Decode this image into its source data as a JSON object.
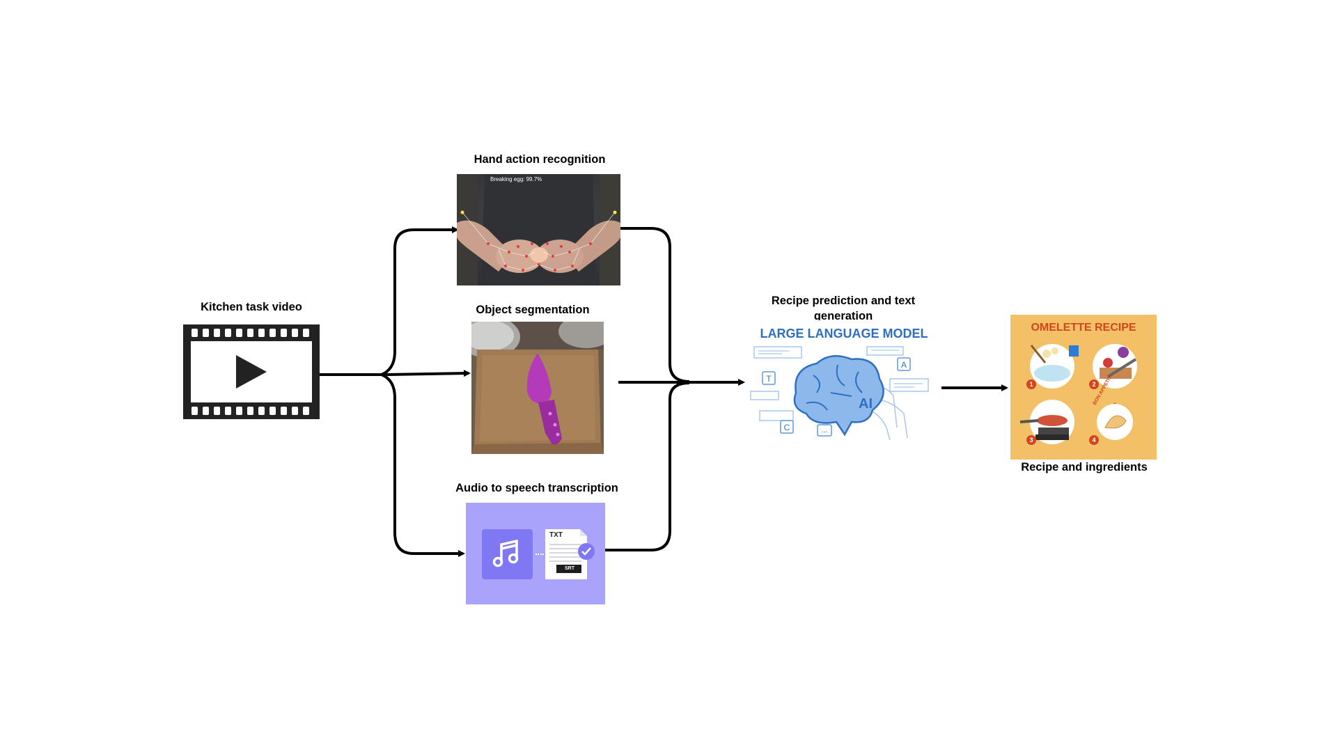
{
  "labels": {
    "input": "Kitchen task video",
    "hand": "Hand action recognition",
    "object": "Object segmentation",
    "audio": "Audio to speech transcription",
    "llm_caption": "Recipe prediction and text generation",
    "output": "Recipe and ingredients"
  },
  "hand_overlay": "Breaking egg: 99.7%",
  "llm_panel": {
    "title": "LARGE LANGUAGE MODEL",
    "brain_text": "AI",
    "tags": [
      "T",
      "A",
      "C",
      "..."
    ]
  },
  "audio_panel": {
    "file_type": "TXT",
    "badge": "SRT"
  },
  "recipe_panel": {
    "title": "OMELETTE RECIPE",
    "steps": [
      "1",
      "2",
      "3",
      "4"
    ],
    "stamp": "BON APPETIT!"
  },
  "icons": [
    "film-strip-icon",
    "play-icon",
    "music-note-icon",
    "document-icon",
    "check-icon",
    "brain-icon"
  ],
  "colors": {
    "knife": "#b33ab8",
    "audio_bg": "#a9a3fb",
    "audio_tile": "#7f78f2",
    "llm_blue": "#2f6fc1",
    "brain_fill": "#8cb8ec",
    "recipe_bg": "#f3c067",
    "recipe_title": "#d2461c"
  }
}
